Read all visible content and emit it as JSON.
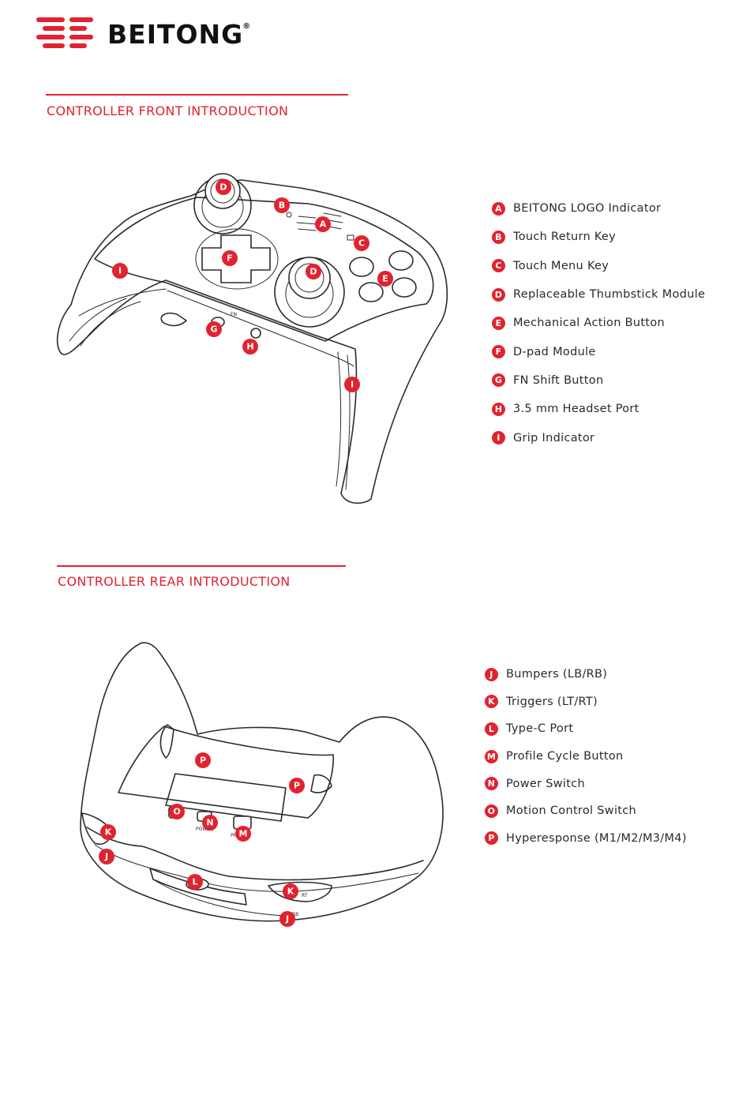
{
  "brand": {
    "name": "BEITONG",
    "registered": "®",
    "accent": "#e1232f"
  },
  "front": {
    "title": "CONTROLLER FRONT INTRODUCTION",
    "items": [
      {
        "key": "A",
        "label": "BEITONG LOGO Indicator"
      },
      {
        "key": "B",
        "label": "Touch Return Key"
      },
      {
        "key": "C",
        "label": "Touch Menu Key"
      },
      {
        "key": "D",
        "label": "Replaceable Thumbstick Module"
      },
      {
        "key": "E",
        "label": "Mechanical Action Button"
      },
      {
        "key": "F",
        "label": "D-pad Module"
      },
      {
        "key": "G",
        "label": "FN Shift Button"
      },
      {
        "key": "H",
        "label": "3.5 mm Headset Port"
      },
      {
        "key": "I",
        "label": "Grip Indicator"
      }
    ],
    "callouts": {
      "d_left": "D",
      "b": "B",
      "a": "A",
      "c": "C",
      "f": "F",
      "d_right": "D",
      "e": "E",
      "i_left": "I",
      "g": "G",
      "h": "H",
      "i_right": "I"
    },
    "markings": {
      "fn": "FN"
    }
  },
  "rear": {
    "title": "CONTROLLER REAR INTRODUCTION",
    "items": [
      {
        "key": "J",
        "label": "Bumpers (LB/RB)"
      },
      {
        "key": "K",
        "label": "Triggers (LT/RT)"
      },
      {
        "key": "L",
        "label": "Type-C Port"
      },
      {
        "key": "M",
        "label": "Profile Cycle Button"
      },
      {
        "key": "N",
        "label": "Power Switch"
      },
      {
        "key": "O",
        "label": "Motion Control Switch"
      },
      {
        "key": "P",
        "label": "Hyperesponse (M1/M2/M3/M4)"
      }
    ],
    "callouts": {
      "p_top": "P",
      "p_right": "P",
      "o": "O",
      "n": "N",
      "m": "M",
      "k_left": "K",
      "j_left": "J",
      "l": "L",
      "k_right": "K",
      "j_right": "J"
    },
    "markings": {
      "rt": "RT",
      "rb": "RB",
      "power": "POWER",
      "profile": "PROFILE"
    }
  },
  "colors": {
    "accent": "#e1232f",
    "line": "#2b2b2b",
    "text": "#2a2a2a"
  }
}
